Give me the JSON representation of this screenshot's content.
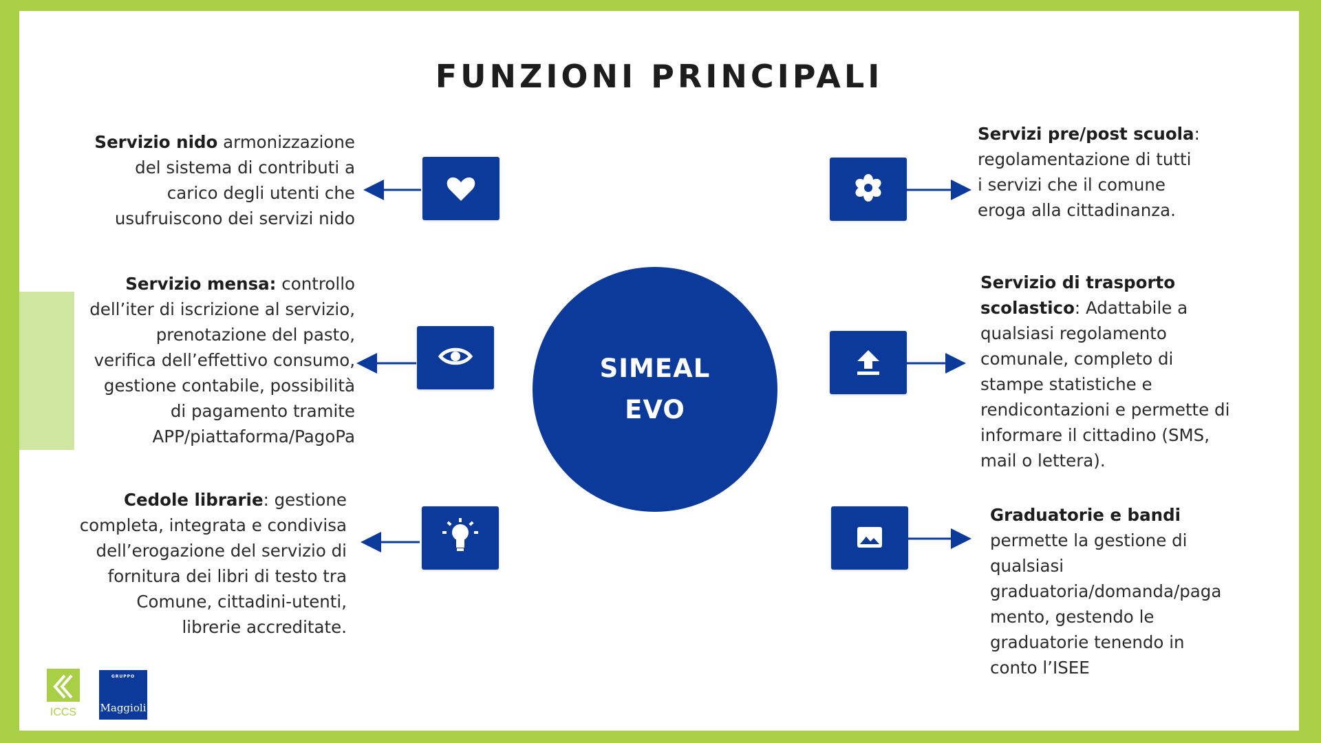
{
  "title": "FUNZIONI PRINCIPALI",
  "center": {
    "line1": "SIMEAL",
    "line2": "EVO"
  },
  "colors": {
    "frame": "#a8cf45",
    "accent_light": "#cfe6a0",
    "primary": "#0c3a9a"
  },
  "left": [
    {
      "icon": "heart-icon",
      "bold": "Servizio nido",
      "lines": [
        " armonizzazione",
        "del sistema di contributi a",
        "carico degli utenti che",
        "usufruiscono dei servizi nido"
      ]
    },
    {
      "icon": "eye-icon",
      "bold": "Servizio mensa:",
      "lines": [
        " controllo",
        "dell’iter di iscrizione al servizio,",
        "prenotazione del pasto,",
        "verifica dell’effettivo consumo,",
        "gestione contabile, possibilità",
        "di pagamento tramite",
        "APP/piattaforma/PagoPa"
      ]
    },
    {
      "icon": "lightbulb-icon",
      "bold": "Cedole librarie",
      "lines": [
        ": gestione",
        "completa, integrata e condivisa",
        "dell’erogazione del servizio di",
        "fornitura dei libri di testo tra",
        "Comune, cittadini-utenti,",
        "librerie accreditate."
      ]
    }
  ],
  "right": [
    {
      "icon": "flower-icon",
      "bold": "Servizi pre/post scuola",
      "lines": [
        ":",
        "regolamentazione di tutti",
        "i servizi che il comune",
        "eroga alla cittadinanza."
      ]
    },
    {
      "icon": "upload-icon",
      "bold_lines": [
        "Servizio di trasporto",
        "scolastico"
      ],
      "lines": [
        ": Adattabile a",
        "qualsiasi regolamento",
        "comunale, completo di",
        "stampe statistiche e",
        "rendicontazioni e permette di",
        "informare il cittadino (SMS,",
        "mail o lettera)."
      ]
    },
    {
      "icon": "image-icon",
      "bold": "Graduatorie e bandi",
      "lines": [
        "permette la gestione di",
        "qualsiasi",
        "graduatoria/domanda/paga",
        "mento, gestendo le",
        "graduatorie tenendo in",
        "conto l’ISEE"
      ]
    }
  ],
  "logos": {
    "iccs": "ICCS",
    "maggioli_top": "GRUPPO",
    "maggioli_name": "Maggioli"
  }
}
